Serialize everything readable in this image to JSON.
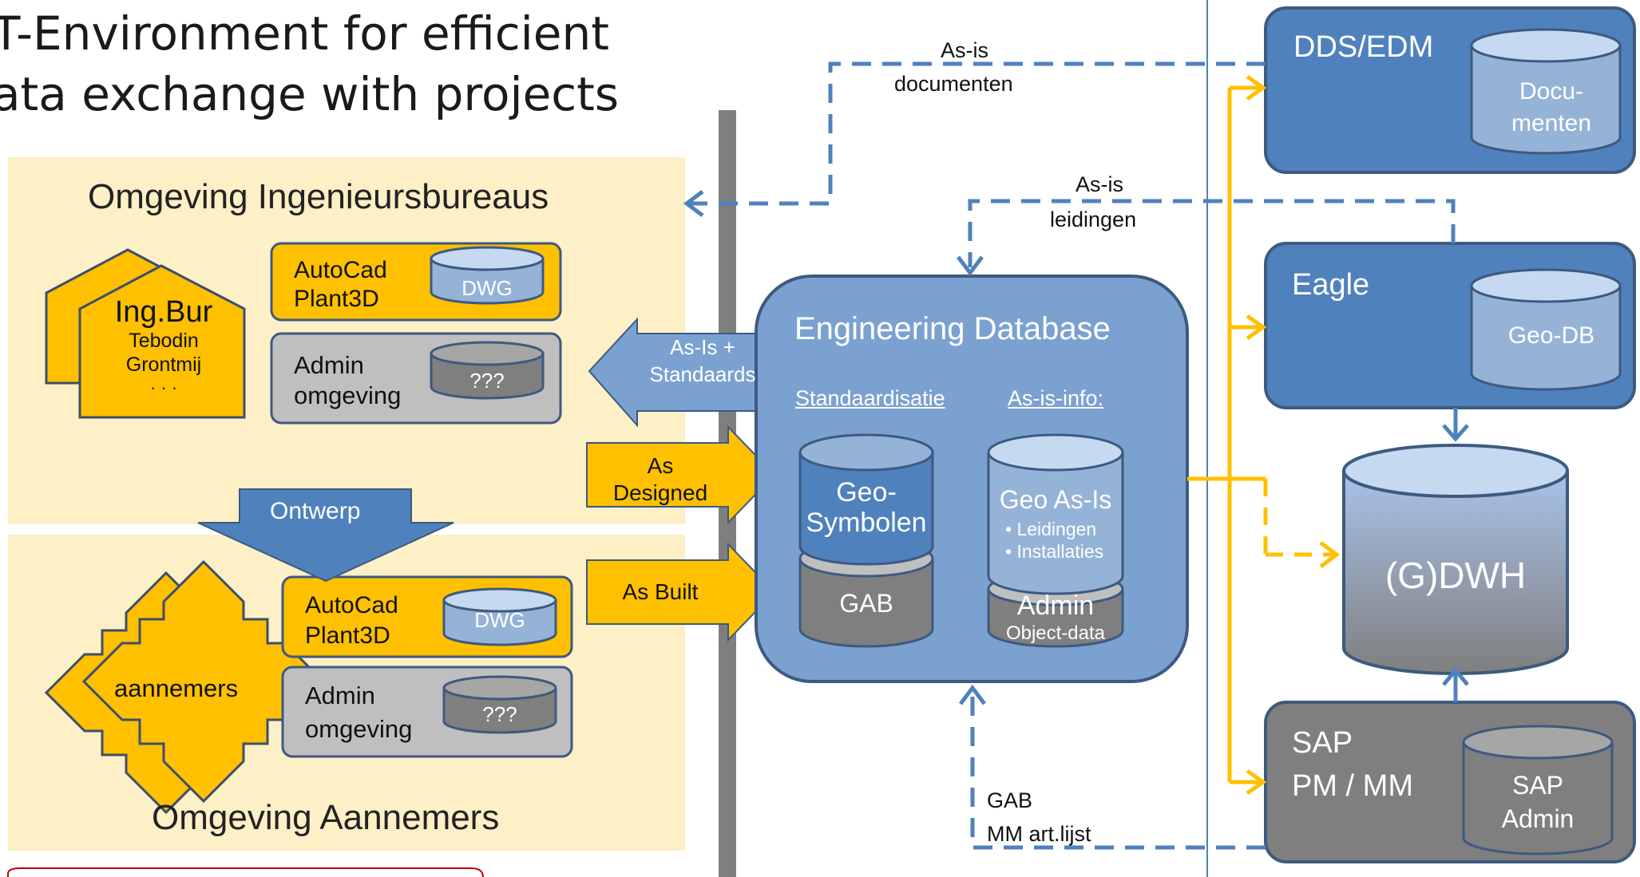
{
  "title": {
    "line1": "T-Environment for efficient",
    "line2": "ata exchange with projects"
  },
  "left_zone": {
    "ingenieurs_title": "Omgeving Ingenieursbureaus",
    "aannemers_title": "Omgeving Aannemers",
    "ontwerp_label": "Ontwerp",
    "ingbur": {
      "name": "Ing.Bur",
      "sub1": "Tebodin",
      "sub2": "Grontmij",
      "dots": "· · ·"
    },
    "aannemers_label": "aannemers",
    "autocad_line1": "AutoCad",
    "autocad_line2": "Plant3D",
    "dwg": "DWG",
    "admin_line1": "Admin",
    "admin_line2": "omgeving",
    "unknown": "???"
  },
  "arrows": {
    "asis_standaards_line1": "As-Is +",
    "asis_standaards_line2": "Standaards",
    "as_designed_line1": "As",
    "as_designed_line2": "Designed",
    "as_built": "As Built",
    "asis_docs_line1": "As-is",
    "asis_docs_line2": "documenten",
    "asis_leidingen_line1": "As-is",
    "asis_leidingen_line2": "leidingen",
    "gab_line1": "GAB",
    "gab_line2": "MM art.lijst"
  },
  "engineering_db": {
    "title": "Engineering Database",
    "standaardisatie": "Standaardisatie",
    "asis_info": "As-is-info:",
    "geo_symbolen_line1": "Geo-",
    "geo_symbolen_line2": "Symbolen",
    "gab": "GAB",
    "geo_asis": "Geo As-Is",
    "bullet1": "• Leidingen",
    "bullet2": "• Installaties",
    "admin": "Admin",
    "object_data": "Object-data"
  },
  "systems": {
    "dds_title": "DDS/EDM",
    "dds_db_line1": "Docu-",
    "dds_db_line2": "menten",
    "eagle_title": "Eagle",
    "eagle_db": "Geo-DB",
    "dwh": "(G)DWH",
    "sap_line1": "SAP",
    "sap_line2": "PM / MM",
    "sap_db_line1": "SAP",
    "sap_db_line2": "Admin"
  },
  "colors": {
    "zone_bg": "#fdefc6",
    "accent_yellow": "#ffc000",
    "blue_dark": "#4f81bd",
    "blue_mid": "#7ba1d0",
    "blue_light": "#b8cce4",
    "grey": "#808080",
    "grey_light": "#bfbfbf",
    "divider": "#7f7f7f"
  }
}
